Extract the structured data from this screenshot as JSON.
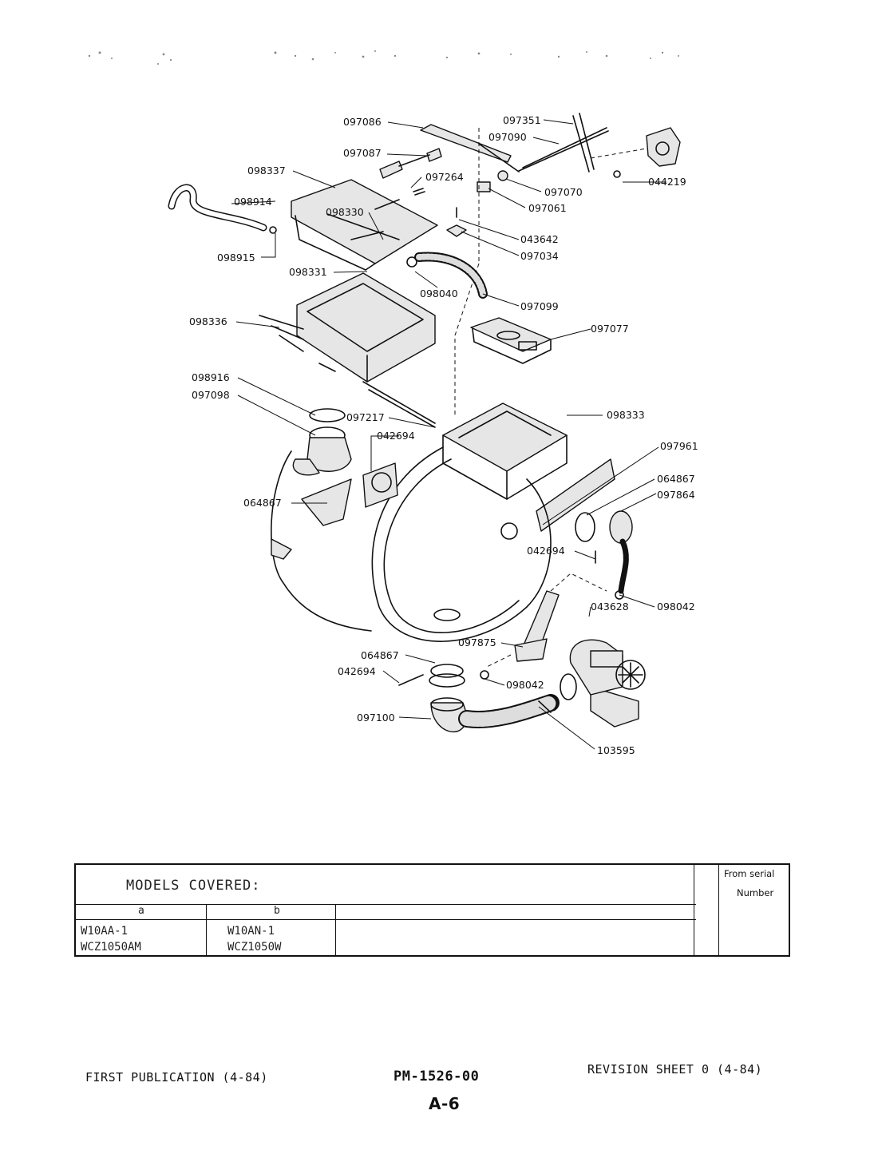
{
  "diagram": {
    "callouts": [
      "097086",
      "097351",
      "097090",
      "097087",
      "044219",
      "098337",
      "097264",
      "097070",
      "098914",
      "098330",
      "097061",
      "043642",
      "098915",
      "097034",
      "098331",
      "098040",
      "097099",
      "098336",
      "097077",
      "098916",
      "097098",
      "097217",
      "098333",
      "042694",
      "097961",
      "064867",
      "064867",
      "097864",
      "042694",
      "043628",
      "098042",
      "097875",
      "064867",
      "042694",
      "098042",
      "097100",
      "103595"
    ]
  },
  "table": {
    "heading": "MODELS COVERED:",
    "col_a": "a",
    "col_b": "b",
    "serial_label_line1": "From serial",
    "serial_label_line2": "Number",
    "a_models": [
      "W10AA-1",
      "WCZ1050AM"
    ],
    "b_models": [
      "W10AN-1",
      "WCZ1050W"
    ]
  },
  "footer": {
    "left": "FIRST PUBLICATION (4-84)",
    "center": "PM-1526-00",
    "right": "REVISION SHEET 0 (4-84)",
    "page": "A-6"
  }
}
